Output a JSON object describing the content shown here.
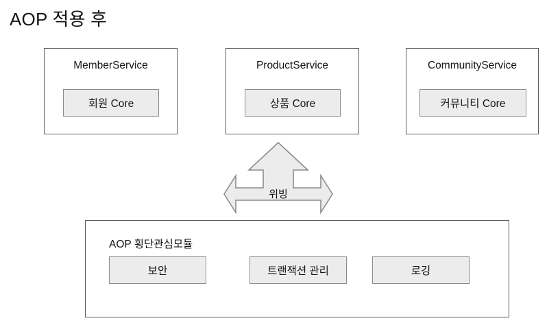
{
  "page": {
    "title": "AOP 적용 후",
    "background_color": "#ffffff",
    "border_color": "#5a5a5a",
    "chip_fill_color": "#ececec",
    "chip_border_color": "#8c8c8c",
    "arrow_fill_color": "#ececec",
    "arrow_border_color": "#8c8c8c"
  },
  "services": [
    {
      "name": "MemberService",
      "core_label": "회원 Core"
    },
    {
      "name": "ProductService",
      "core_label": "상품 Core"
    },
    {
      "name": "CommunityService",
      "core_label": "커뮤니티 Core"
    }
  ],
  "weaving": {
    "label": "위빙",
    "directions": [
      "up",
      "left",
      "right"
    ]
  },
  "aop_module": {
    "label": "AOP 횡단관심모듈",
    "concerns": [
      {
        "label": "보안"
      },
      {
        "label": "트랜잭션 관리"
      },
      {
        "label": "로깅"
      }
    ]
  }
}
